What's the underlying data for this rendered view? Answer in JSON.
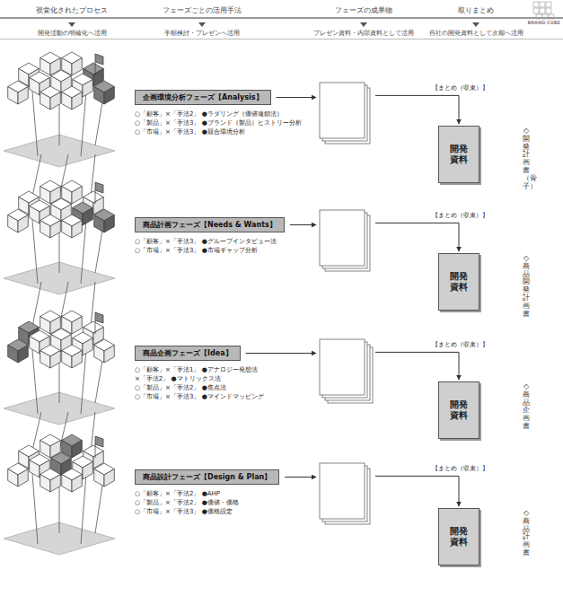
{
  "diagram": {
    "nodes": [
      {
        "text": [
          "企画環境分析フェーズ【Analysis】",
          "○「顧客」×「手法2」 ●ラダリング（価値連鎖法）",
          "○「製品」×「手法3」 ●ブランド（製品）ヒストリー分析",
          "○「市場」×「手法3」 ●競合環境分析"
        ]
      },
      {
        "text": [
          "開発資料"
        ]
      },
      {
        "text": [
          "商品計画フェーズ【Needs & Wants】",
          "○「顧客」×「手法3」 ●グループインタビュー法",
          "○「市場」×「手法3」 ●市場ギャップ分析"
        ]
      },
      {
        "text": [
          "開発資料"
        ]
      },
      {
        "text": [
          "商品企画フェーズ【Idea】",
          "○「顧客」×「手法1」 ●アナロジー発想法",
          "×「手法2」 ●マトリックス法",
          "○「製品」×「手法2」 ●焦点法",
          "○「市場」×「手法3」 ●マインドマッピング"
        ]
      },
      {
        "text": [
          "開発資料"
        ]
      },
      {
        "text": [
          "商品設計フェーズ【Design & Plan】",
          "○「顧客」×「手法2」 ●AHP",
          "○「製品」×「手法2」 ●価値・価格",
          "○「市場」×「手法3」 ●価格設定"
        ]
      },
      {
        "text": [
          "開発資料"
        ]
      }
    ],
    "labels": [
      "視覚化されたプロセス",
      "フェーズごとの活用手法",
      "フェーズの成果物",
      "取りまとめ",
      "開発活動の明確化へ活用",
      "手順検討・プレゼンへ活用",
      "プレゼン資料・内部資料として活用",
      "自社の開発資料として次期へ活用",
      "BRAND CUBE",
      "【まとめ（収束）】",
      "◇開発計画書（骨子）",
      "【まとめ（収束）】",
      "◇商品開発計画書",
      "【まとめ（収束）】",
      "◇商品企画書",
      "【まとめ（収束）】",
      "◇商品計画書"
    ]
  }
}
